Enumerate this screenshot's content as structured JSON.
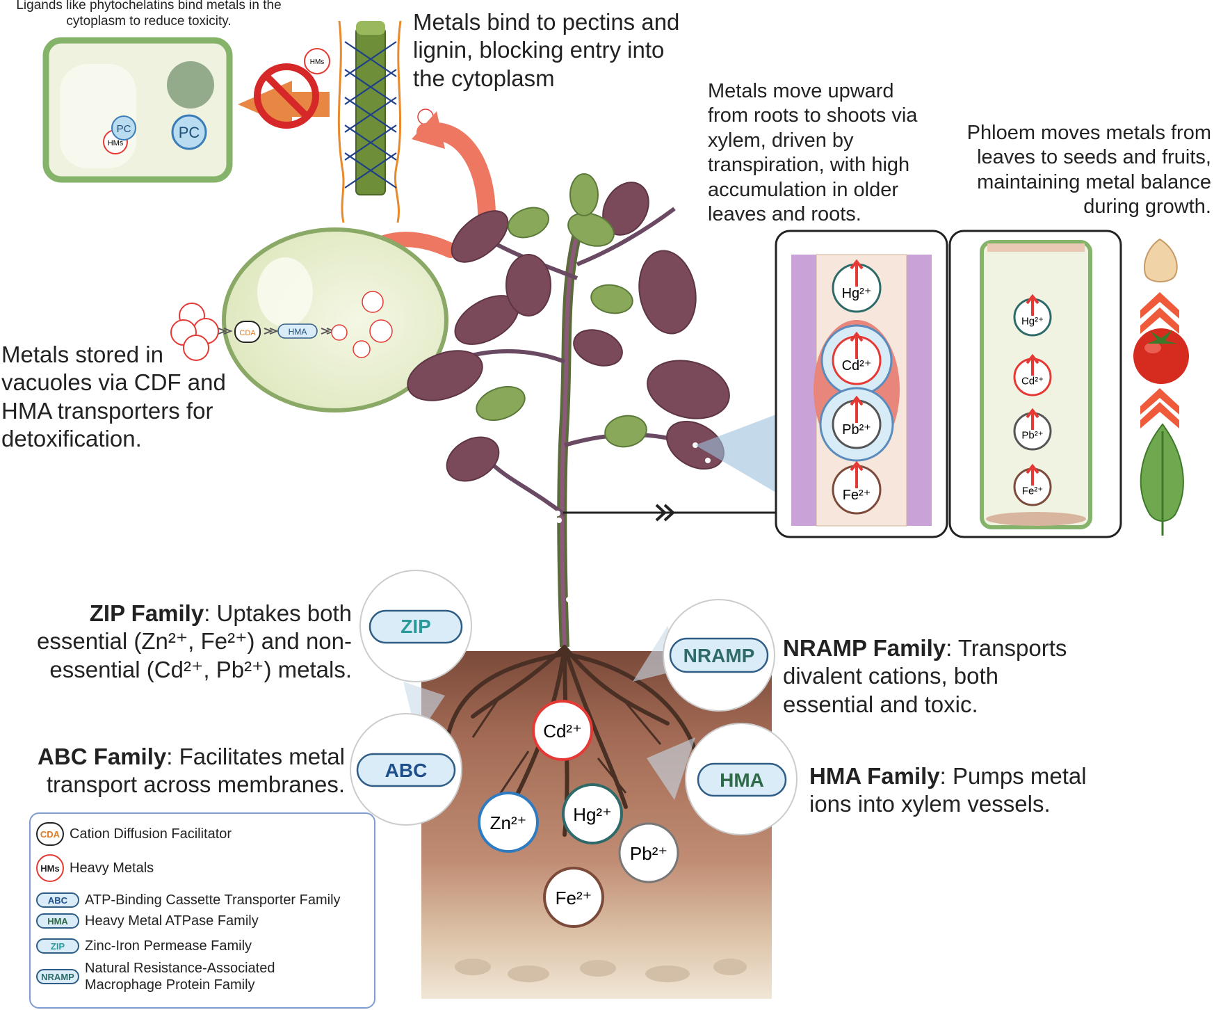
{
  "captions": {
    "ligands": "Ligands like phytochelatins bind metals in the cytoplasm to reduce toxicity.",
    "pectins": "Metals bind to pectins and lignin, blocking entry into the cytoplasm",
    "xylem": "Metals move upward from roots to shoots via xylem, driven by transpiration, with high accumulation in older leaves and roots.",
    "phloem": "Phloem moves metals from leaves to seeds and fruits, maintaining metal balance during growth.",
    "vacuoles": "Metals stored in vacuoles via CDF and HMA transporters for detoxification."
  },
  "families": {
    "zip": {
      "name": "ZIP Family",
      "desc": ": Uptakes both essential (Zn²⁺, Fe²⁺) and non-essential (Cd²⁺, Pb²⁺) metals.",
      "badge": "ZIP"
    },
    "abc": {
      "name": "ABC Family",
      "desc": ": Facilitates metal transport across membranes.",
      "badge": "ABC"
    },
    "nramp": {
      "name": "NRAMP Family",
      "desc": ": Transports divalent cations, both essential and toxic.",
      "badge": "NRAMP"
    },
    "hma": {
      "name": "HMA Family",
      "desc": ": Pumps metal ions into xylem vessels.",
      "badge": "HMA"
    }
  },
  "cell_labels": {
    "pc": "PC",
    "hms": "HMs",
    "cda": "CDA",
    "hma": "HMA"
  },
  "soil_ions": {
    "cd": "Cd²⁺",
    "zn": "Zn²⁺",
    "hg": "Hg²⁺",
    "pb": "Pb²⁺",
    "fe": "Fe²⁺"
  },
  "xylem_ions": [
    "Hg²⁺",
    "Cd²⁺",
    "Pb²⁺",
    "Fe²⁺"
  ],
  "phloem_ions": [
    "Hg²⁺",
    "Cd²⁺",
    "Pb²⁺",
    "Fe²⁺"
  ],
  "legend": [
    {
      "badge": "CDA",
      "label": "Cation Diffusion Facilitator"
    },
    {
      "badge": "HMs",
      "label": "Heavy Metals"
    },
    {
      "badge": "ABC",
      "label": "ATP-Binding Cassette Transporter Family"
    },
    {
      "badge": "HMA",
      "label": "Heavy Metal ATPase Family"
    },
    {
      "badge": "ZIP",
      "label": "Zinc-Iron Permease Family"
    },
    {
      "badge": "NRAMP",
      "label": "Natural Resistance-Associated Macrophage Protein Family"
    }
  ],
  "colors": {
    "arrow": "#ee7762",
    "leaf": "#7a4a5a",
    "cell_wall": "#7fae5c",
    "badge_fill": "#d9ecf7",
    "badge_stroke": "#2f5d86",
    "soil_top": "#7b4a3a",
    "soil_mid": "#b47f67"
  }
}
